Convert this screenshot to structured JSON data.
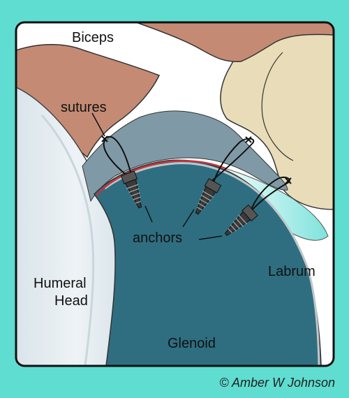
{
  "labels": {
    "biceps": "Biceps",
    "sutures": "sutures",
    "anchors": "anchors",
    "labrum": "Labrum",
    "humeral_head_line1": "Humeral",
    "humeral_head_line2": "Head",
    "glenoid": "Glenoid"
  },
  "credit": "© Amber W Johnson",
  "colors": {
    "background": "#5fddd0",
    "muscle": "#c48a74",
    "bone_right": "#e8ddb8",
    "glenoid": "#2f6e80",
    "cartilage": "#7f9aa6",
    "humeral_head": "#e6eef2",
    "cartilage_line": "#c8333b"
  },
  "icons": {
    "anchor": "threaded-screw-anchor",
    "suture": "suture-loop-with-knot"
  }
}
